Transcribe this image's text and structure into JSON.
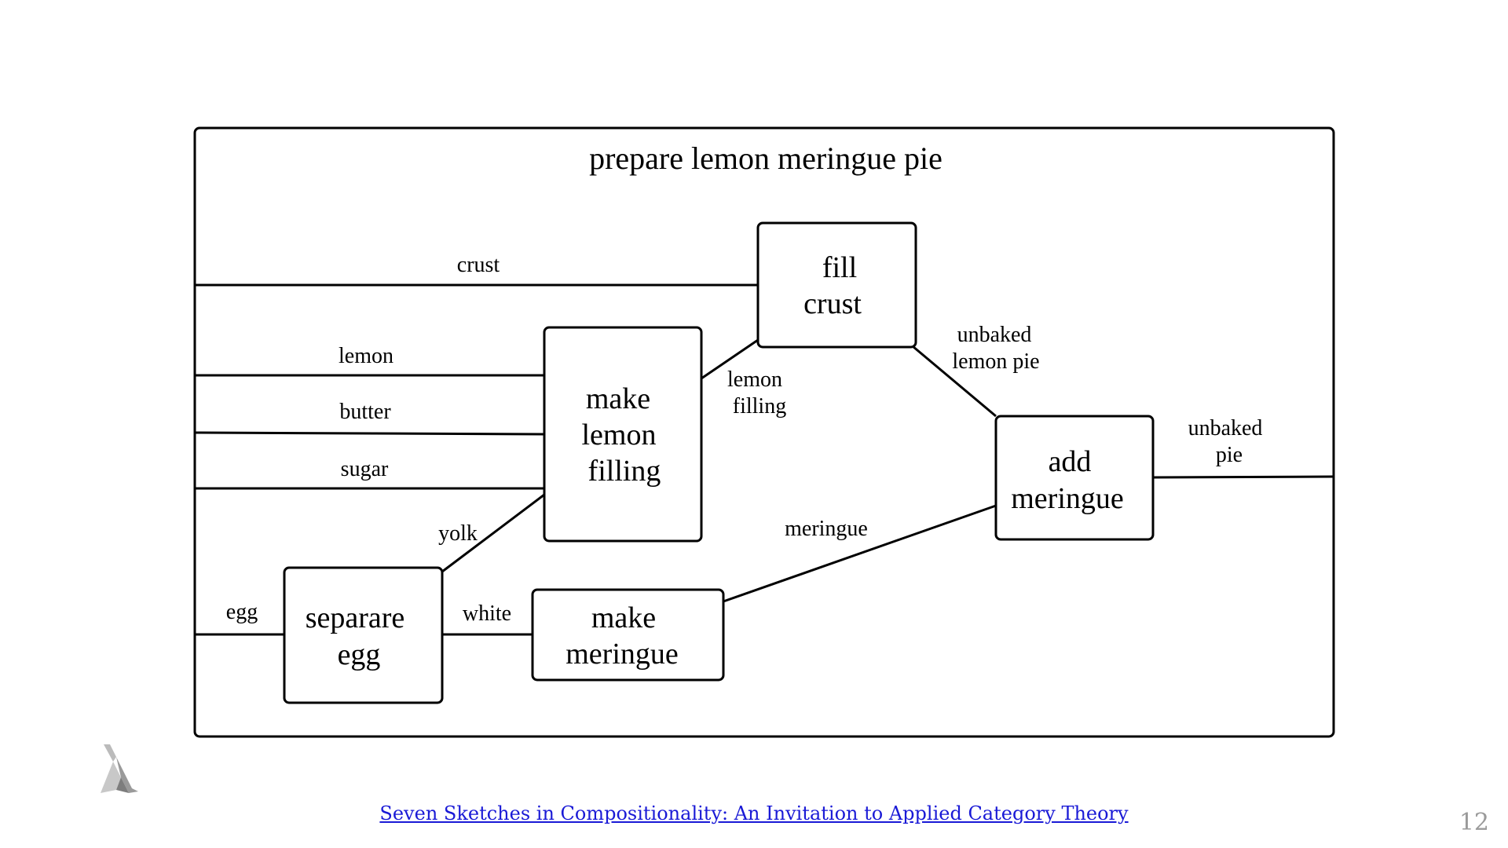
{
  "diagram": {
    "title": "prepare lemon meringue pie",
    "boxes": {
      "fill_crust": [
        "fill",
        "crust"
      ],
      "make_lemon_filling": [
        "make",
        "lemon",
        "filling"
      ],
      "add_meringue": [
        "add",
        "meringue"
      ],
      "separate_egg": [
        "separare",
        "egg"
      ],
      "make_meringue": [
        "make",
        "meringue"
      ]
    },
    "wires": {
      "crust": "crust",
      "lemon": "lemon",
      "butter": "butter",
      "sugar": "sugar",
      "egg": "egg",
      "yolk": "yolk",
      "white": "white",
      "lemon_filling": [
        "lemon",
        "filling"
      ],
      "unbaked_lemon_pie": [
        "unbaked",
        "lemon pie"
      ],
      "meringue": "meringue",
      "unbaked_pie": [
        "unbaked",
        "pie"
      ]
    }
  },
  "footer": {
    "link_text": "Seven Sketches in Compositionality: An Invitation to Applied Category Theory",
    "page_number": "12"
  }
}
